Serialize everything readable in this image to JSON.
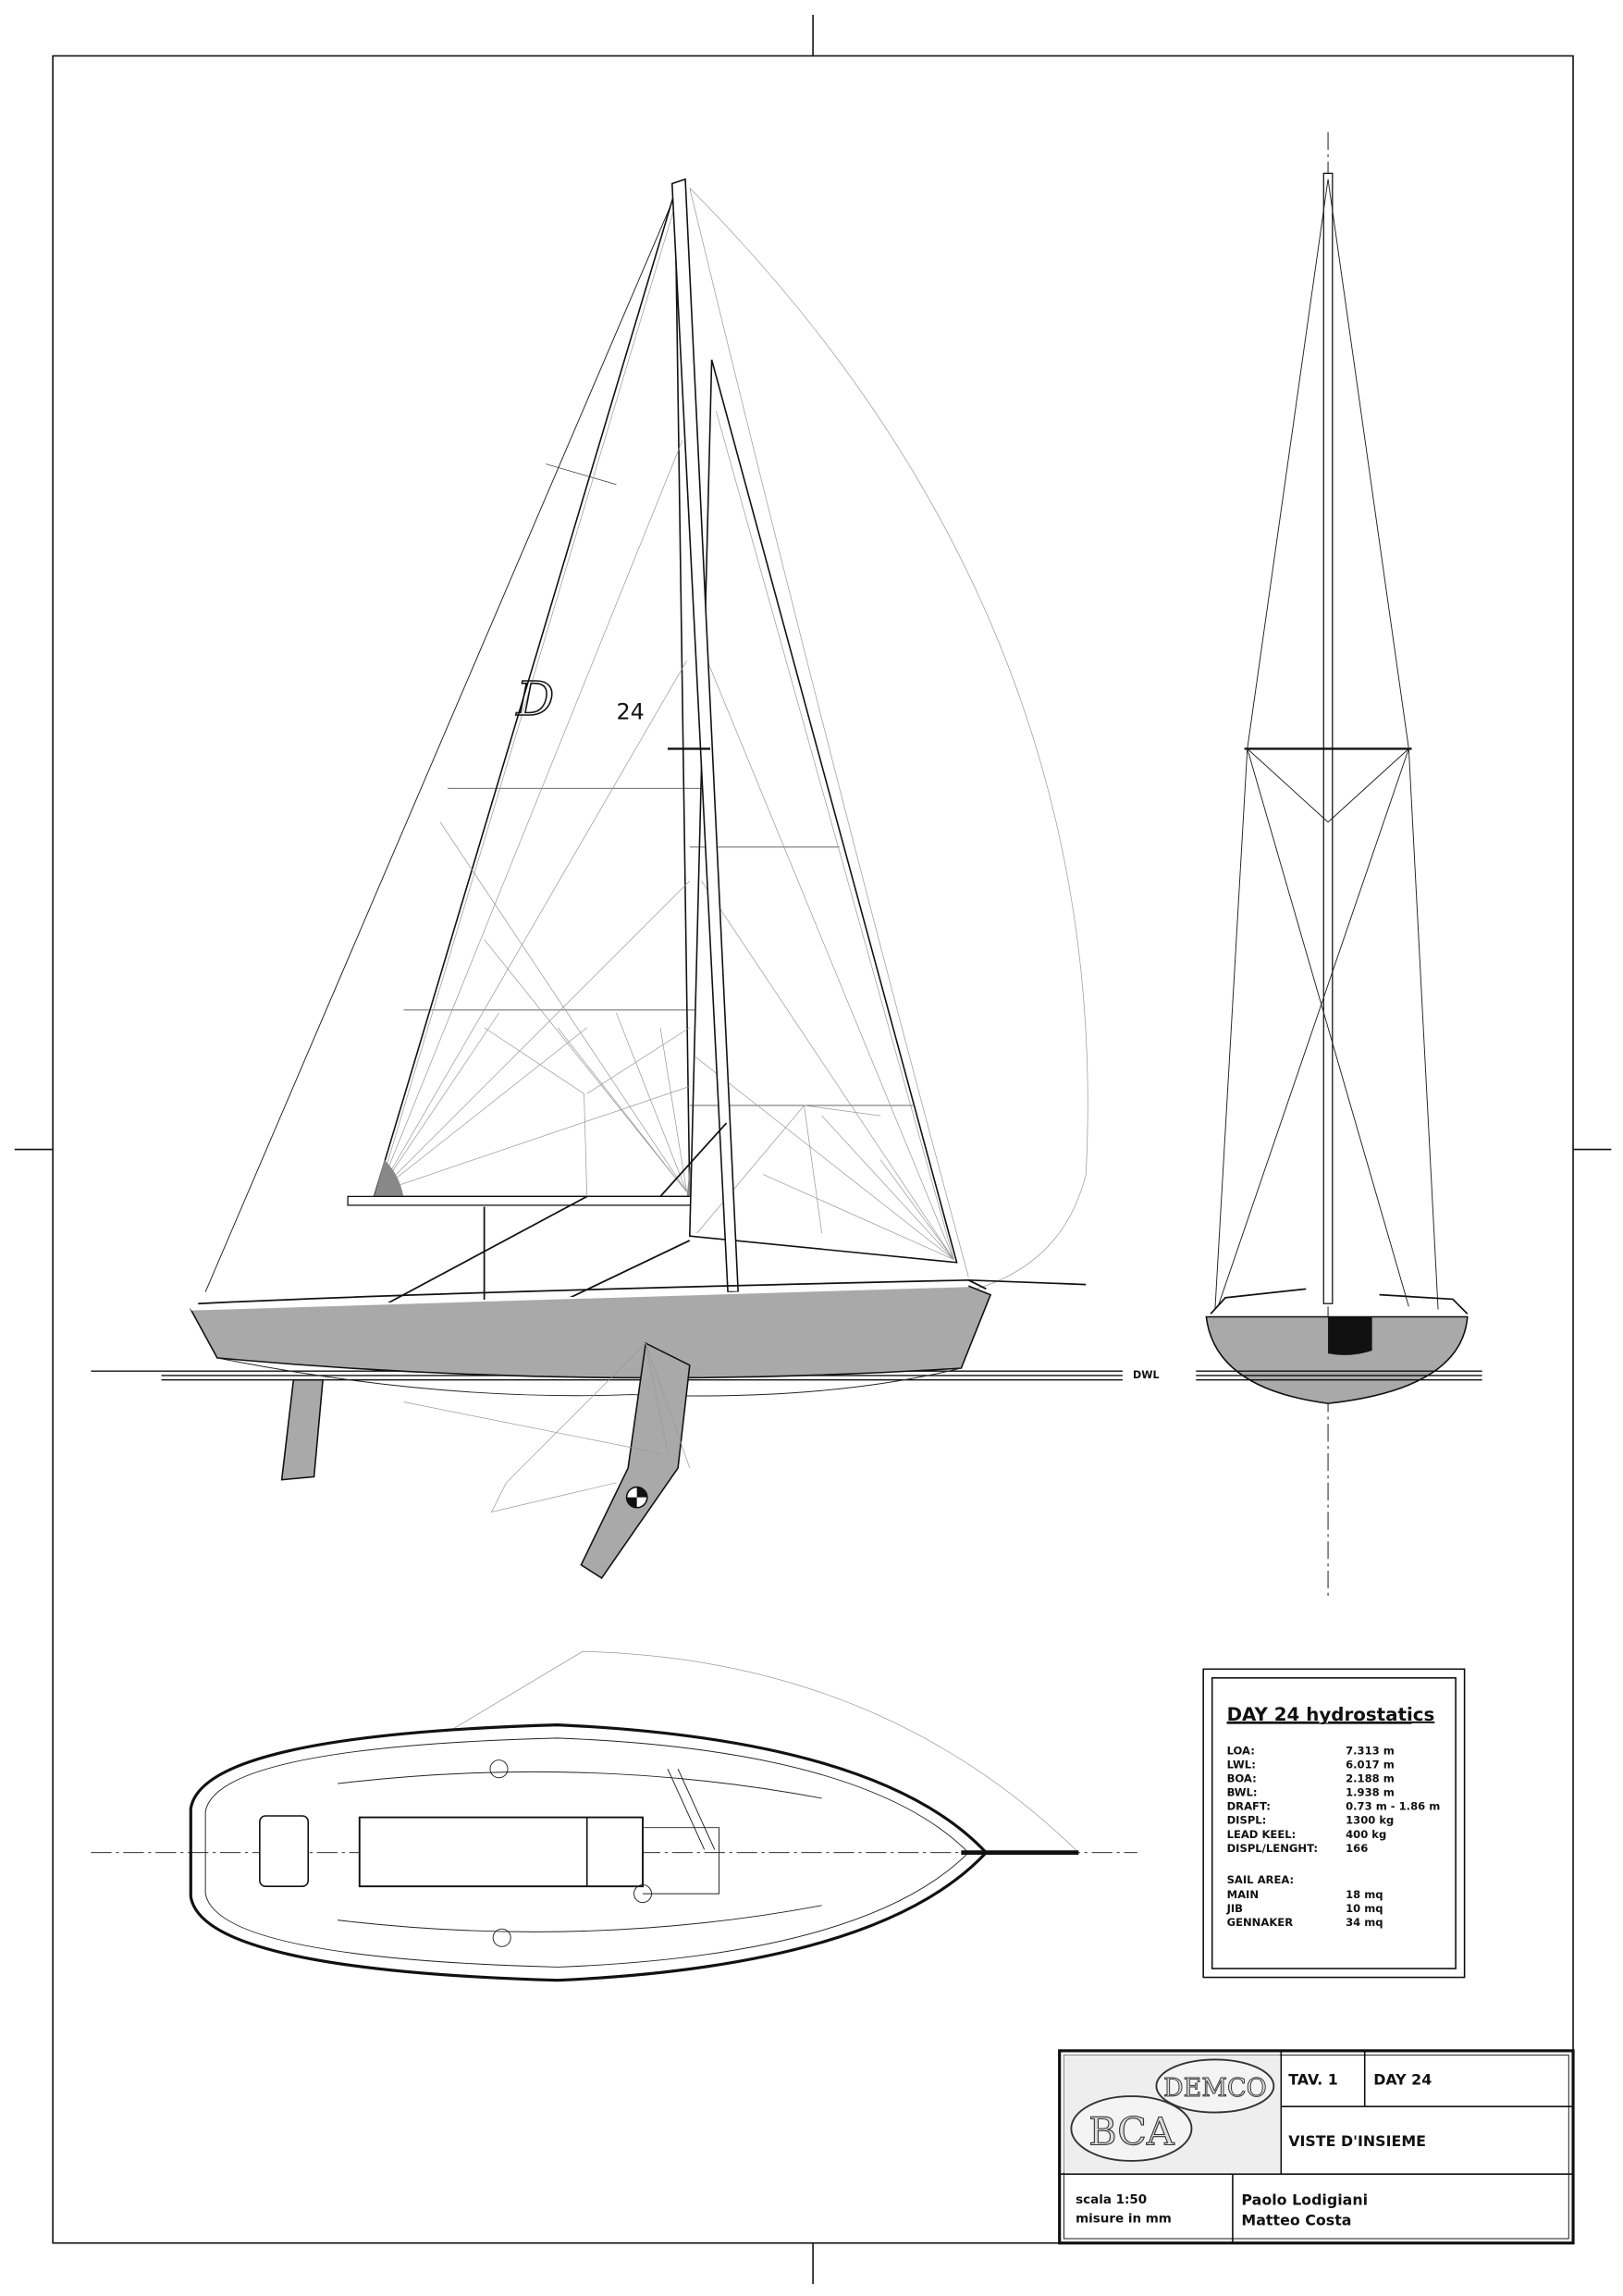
{
  "drawing": {
    "waterline_label": "DWL",
    "sail_logo": "D24"
  },
  "hydrostatics": {
    "title": "DAY 24 hydrostatics",
    "rows": [
      {
        "label": "LOA:",
        "value": "7.313 m"
      },
      {
        "label": "LWL:",
        "value": "6.017 m"
      },
      {
        "label": "BOA:",
        "value": "2.188 m"
      },
      {
        "label": "BWL:",
        "value": "1.938 m"
      },
      {
        "label": "DRAFT:",
        "value": "0.73 m - 1.86 m"
      },
      {
        "label": "DISPL:",
        "value": "1300 kg"
      },
      {
        "label": "LEAD KEEL:",
        "value": "400 kg"
      },
      {
        "label": "DISPL/LENGHT:",
        "value": "166"
      }
    ],
    "sail_area_label": "SAIL AREA:",
    "sails": [
      {
        "label": "MAIN",
        "value": "18 mq"
      },
      {
        "label": "JIB",
        "value": "10 mq"
      },
      {
        "label": "GENNAKER",
        "value": "34 mq"
      }
    ]
  },
  "title_block": {
    "logo_top": "DEMCO",
    "logo_bottom": "BCA",
    "sheet": "TAV. 1",
    "project": "DAY 24",
    "description": "VISTE D'INSIEME",
    "scale": "scala 1:50",
    "units": "misure in mm",
    "author_1": "Paolo Lodigiani",
    "author_2": "Matteo Costa"
  }
}
